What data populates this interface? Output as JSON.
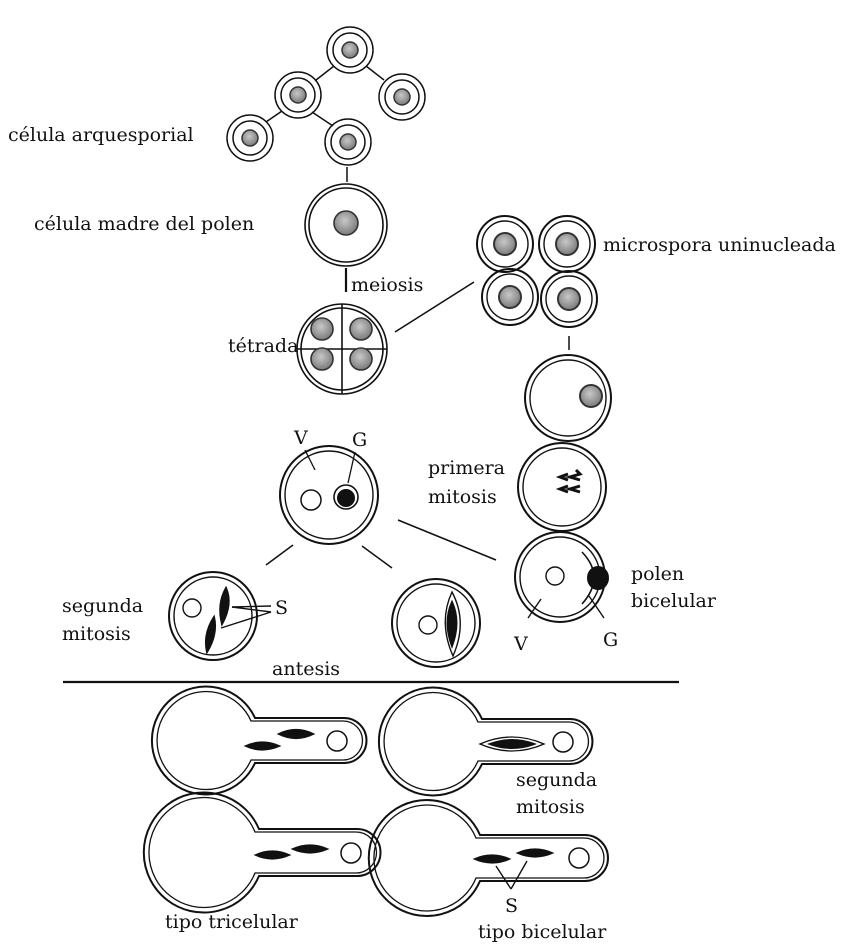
{
  "diagram": {
    "labels": {
      "archesporial": "célula arquesporial",
      "mother_cell": "célula madre del polen",
      "meiosis": "meiosis",
      "tetrad": "tétrada",
      "microspore": "microspora uninucleada",
      "v_top": "V",
      "g_top": "G",
      "first_mitosis_1": "primera",
      "first_mitosis_2": "mitosis",
      "second_mitosis_1": "segunda",
      "second_mitosis_2": "mitosis",
      "s_left": "S",
      "bicellular_1": "polen",
      "bicellular_2": "bicelular",
      "v_right": "V",
      "g_right": "G",
      "anthesis": "antesis",
      "tube_second_mitosis_1": "segunda",
      "tube_second_mitosis_2": "mitosis",
      "s_bottom": "S",
      "tricellular_type": "tipo tricelular",
      "bicellular_type": "tipo bicelular"
    },
    "colors": {
      "line": "#111111",
      "nucleus_fill": "#9a9a9a",
      "generative_fill": "#111111",
      "background": "#ffffff"
    }
  }
}
